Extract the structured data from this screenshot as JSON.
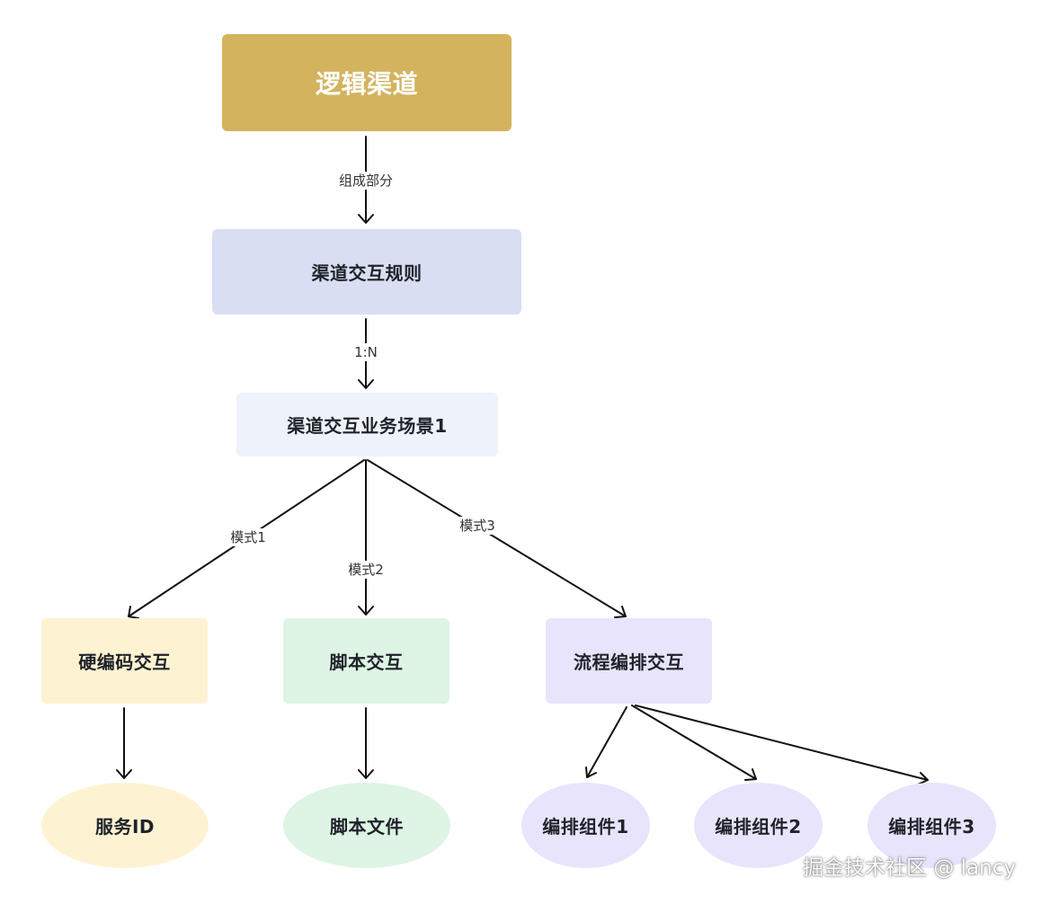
{
  "nodes": {
    "root": "逻辑渠道",
    "rules": "渠道交互规则",
    "scene": "渠道交互业务场景1",
    "hardcode": "硬编码交互",
    "script": "脚本交互",
    "flow": "流程编排交互",
    "service_id": "服务ID",
    "script_file": "脚本文件",
    "component_1": "编排组件1",
    "component_2": "编排组件2",
    "component_3": "编排组件3"
  },
  "edges": {
    "root_to_rules": "组成部分",
    "rules_to_scene": "1:N",
    "mode_1": "模式1",
    "mode_2": "模式2",
    "mode_3": "模式3"
  },
  "watermark": "掘金技术社区 @ lancy",
  "colors": {
    "root": "#d3b35e",
    "rules": "#d9def3",
    "scene": "#eef2fa",
    "hardcode": "#fdf3d3",
    "script": "#def4e4",
    "flow": "#e7e4fb",
    "edge": "#111111"
  }
}
